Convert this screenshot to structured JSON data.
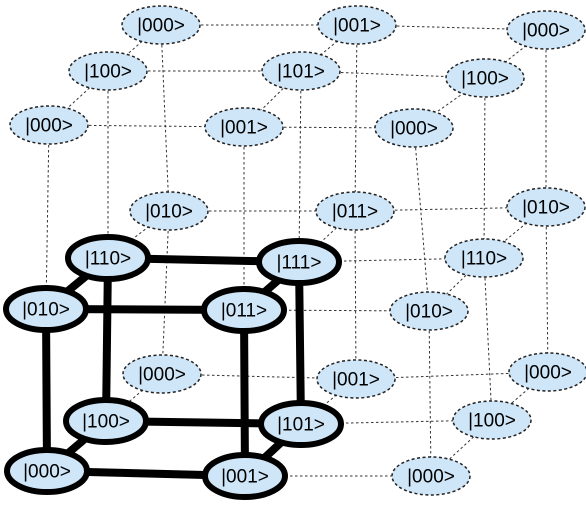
{
  "nodes": [
    {
      "id": "a1",
      "label": "|000>",
      "style": "dashed"
    },
    {
      "id": "a2",
      "label": "|001>",
      "style": "dashed"
    },
    {
      "id": "a3",
      "label": "|000>",
      "style": "dashed"
    },
    {
      "id": "b1",
      "label": "|100>",
      "style": "dashed"
    },
    {
      "id": "b2",
      "label": "|101>",
      "style": "dashed"
    },
    {
      "id": "b3",
      "label": "|100>",
      "style": "dashed"
    },
    {
      "id": "c1",
      "label": "|000>",
      "style": "dashed"
    },
    {
      "id": "c2",
      "label": "|001>",
      "style": "dashed"
    },
    {
      "id": "c3",
      "label": "|000>",
      "style": "dashed"
    },
    {
      "id": "d1",
      "label": "|010>",
      "style": "dashed"
    },
    {
      "id": "d2",
      "label": "|011>",
      "style": "dashed"
    },
    {
      "id": "d3",
      "label": "|010>",
      "style": "dashed"
    },
    {
      "id": "e1",
      "label": "|110>",
      "style": "solid"
    },
    {
      "id": "e2",
      "label": "|111>",
      "style": "solid"
    },
    {
      "id": "e3",
      "label": "|110>",
      "style": "dashed"
    },
    {
      "id": "f1",
      "label": "|010>",
      "style": "solid"
    },
    {
      "id": "f2",
      "label": "|011>",
      "style": "solid"
    },
    {
      "id": "f3",
      "label": "|010>",
      "style": "dashed"
    },
    {
      "id": "g1",
      "label": "|000>",
      "style": "dashed"
    },
    {
      "id": "g2",
      "label": "|001>",
      "style": "dashed"
    },
    {
      "id": "g3",
      "label": "|000>",
      "style": "dashed"
    },
    {
      "id": "h1",
      "label": "|100>",
      "style": "solid"
    },
    {
      "id": "h2",
      "label": "|101>",
      "style": "solid"
    },
    {
      "id": "h3",
      "label": "|100>",
      "style": "dashed"
    },
    {
      "id": "i1",
      "label": "|000>",
      "style": "solid"
    },
    {
      "id": "i2",
      "label": "|001>",
      "style": "solid"
    },
    {
      "id": "i3",
      "label": "|000>",
      "style": "dashed"
    }
  ],
  "edges": [
    {
      "from": "a1",
      "to": "a2",
      "style": "dashed"
    },
    {
      "from": "a2",
      "to": "a3",
      "style": "dashed"
    },
    {
      "from": "b1",
      "to": "b2",
      "style": "dashed"
    },
    {
      "from": "b2",
      "to": "b3",
      "style": "dashed"
    },
    {
      "from": "c1",
      "to": "c2",
      "style": "dashed"
    },
    {
      "from": "c2",
      "to": "c3",
      "style": "dashed"
    },
    {
      "from": "d1",
      "to": "d2",
      "style": "dashed"
    },
    {
      "from": "d2",
      "to": "d3",
      "style": "dashed"
    },
    {
      "from": "e1",
      "to": "e2",
      "style": "solid"
    },
    {
      "from": "e2",
      "to": "e3",
      "style": "dashed"
    },
    {
      "from": "f1",
      "to": "f2",
      "style": "solid"
    },
    {
      "from": "f2",
      "to": "f3",
      "style": "dashed"
    },
    {
      "from": "g1",
      "to": "g2",
      "style": "dashed"
    },
    {
      "from": "g2",
      "to": "g3",
      "style": "dashed"
    },
    {
      "from": "h1",
      "to": "h2",
      "style": "solid"
    },
    {
      "from": "h2",
      "to": "h3",
      "style": "dashed"
    },
    {
      "from": "i1",
      "to": "i2",
      "style": "solid"
    },
    {
      "from": "i2",
      "to": "i3",
      "style": "dashed"
    },
    {
      "from": "a1",
      "to": "b1",
      "style": "dashed"
    },
    {
      "from": "b1",
      "to": "c1",
      "style": "dashed"
    },
    {
      "from": "a2",
      "to": "b2",
      "style": "dashed"
    },
    {
      "from": "b2",
      "to": "c2",
      "style": "dashed"
    },
    {
      "from": "a3",
      "to": "b3",
      "style": "dashed"
    },
    {
      "from": "b3",
      "to": "c3",
      "style": "dashed"
    },
    {
      "from": "d1",
      "to": "e1",
      "style": "dashed"
    },
    {
      "from": "e1",
      "to": "f1",
      "style": "solid"
    },
    {
      "from": "d2",
      "to": "e2",
      "style": "dashed"
    },
    {
      "from": "e2",
      "to": "f2",
      "style": "solid"
    },
    {
      "from": "d3",
      "to": "e3",
      "style": "dashed"
    },
    {
      "from": "e3",
      "to": "f3",
      "style": "dashed"
    },
    {
      "from": "g1",
      "to": "h1",
      "style": "dashed"
    },
    {
      "from": "h1",
      "to": "i1",
      "style": "solid"
    },
    {
      "from": "g2",
      "to": "h2",
      "style": "dashed"
    },
    {
      "from": "h2",
      "to": "i2",
      "style": "solid"
    },
    {
      "from": "g3",
      "to": "h3",
      "style": "dashed"
    },
    {
      "from": "h3",
      "to": "i3",
      "style": "dashed"
    },
    {
      "from": "a1",
      "to": "d1",
      "style": "dashed"
    },
    {
      "from": "d1",
      "to": "g1",
      "style": "dashed"
    },
    {
      "from": "a2",
      "to": "d2",
      "style": "dashed"
    },
    {
      "from": "d2",
      "to": "g2",
      "style": "dashed"
    },
    {
      "from": "a3",
      "to": "d3",
      "style": "dashed"
    },
    {
      "from": "d3",
      "to": "g3",
      "style": "dashed"
    },
    {
      "from": "b1",
      "to": "e1",
      "style": "dashed"
    },
    {
      "from": "e1",
      "to": "h1",
      "style": "solid"
    },
    {
      "from": "b2",
      "to": "e2",
      "style": "dashed"
    },
    {
      "from": "e2",
      "to": "h2",
      "style": "solid"
    },
    {
      "from": "b3",
      "to": "e3",
      "style": "dashed"
    },
    {
      "from": "e3",
      "to": "h3",
      "style": "dashed"
    },
    {
      "from": "c1",
      "to": "f1",
      "style": "dashed"
    },
    {
      "from": "f1",
      "to": "i1",
      "style": "solid"
    },
    {
      "from": "c2",
      "to": "f2",
      "style": "dashed"
    },
    {
      "from": "f2",
      "to": "i2",
      "style": "solid"
    },
    {
      "from": "c3",
      "to": "f3",
      "style": "dashed"
    },
    {
      "from": "f3",
      "to": "i3",
      "style": "dashed"
    }
  ]
}
